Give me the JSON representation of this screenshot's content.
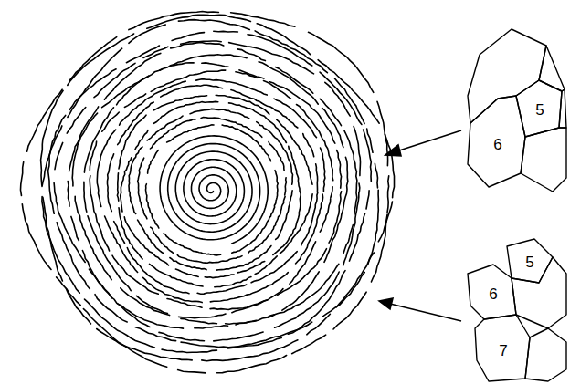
{
  "diagram": {
    "nodes": [
      {
        "text": [
          "5"
        ]
      },
      {
        "text": [
          "6"
        ]
      },
      {
        "text": [
          "5"
        ]
      },
      {
        "text": [
          "6"
        ]
      },
      {
        "text": [
          "7"
        ]
      }
    ]
  }
}
